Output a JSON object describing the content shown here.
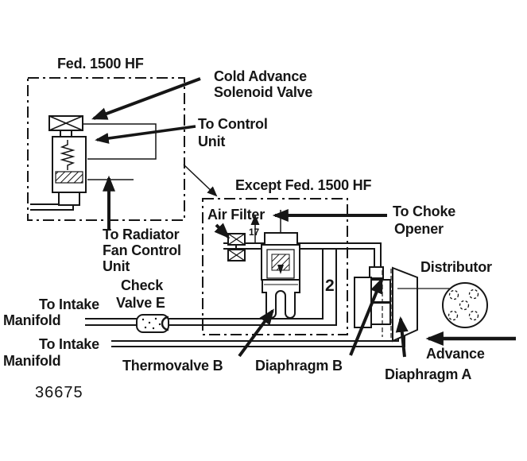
{
  "page": {
    "background": "#ffffff",
    "ink": "#161616"
  },
  "figure_number": "36675",
  "panels": {
    "fed_box_title": "Fed. 1500 HF",
    "except_box_title": "Except Fed. 1500 HF"
  },
  "labels": {
    "cold_advance_1": "Cold Advance",
    "cold_advance_2": "Solenoid Valve",
    "to_control_1": "To Control",
    "to_control_2": "Unit",
    "air_filter": "Air Filter",
    "to_choke_1": "To Choke",
    "to_choke_2": "Opener",
    "distributor": "Distributor",
    "to_radiator_1": "To Radiator",
    "to_radiator_2": "Fan Control",
    "to_radiator_3": "Unit",
    "check_valve_1": "Check",
    "check_valve_2": "Valve E",
    "to_intake_a_1": "To Intake",
    "to_intake_a_2": "Manifold",
    "to_intake_b_1": "To Intake",
    "to_intake_b_2": "Manifold",
    "thermovalve_b": "Thermovalve B",
    "diaphragm_b": "Diaphragm B",
    "diaphragm_a": "Diaphragm A",
    "advance": "Advance",
    "hose_number_2": "2",
    "hose_number_17": "17"
  }
}
